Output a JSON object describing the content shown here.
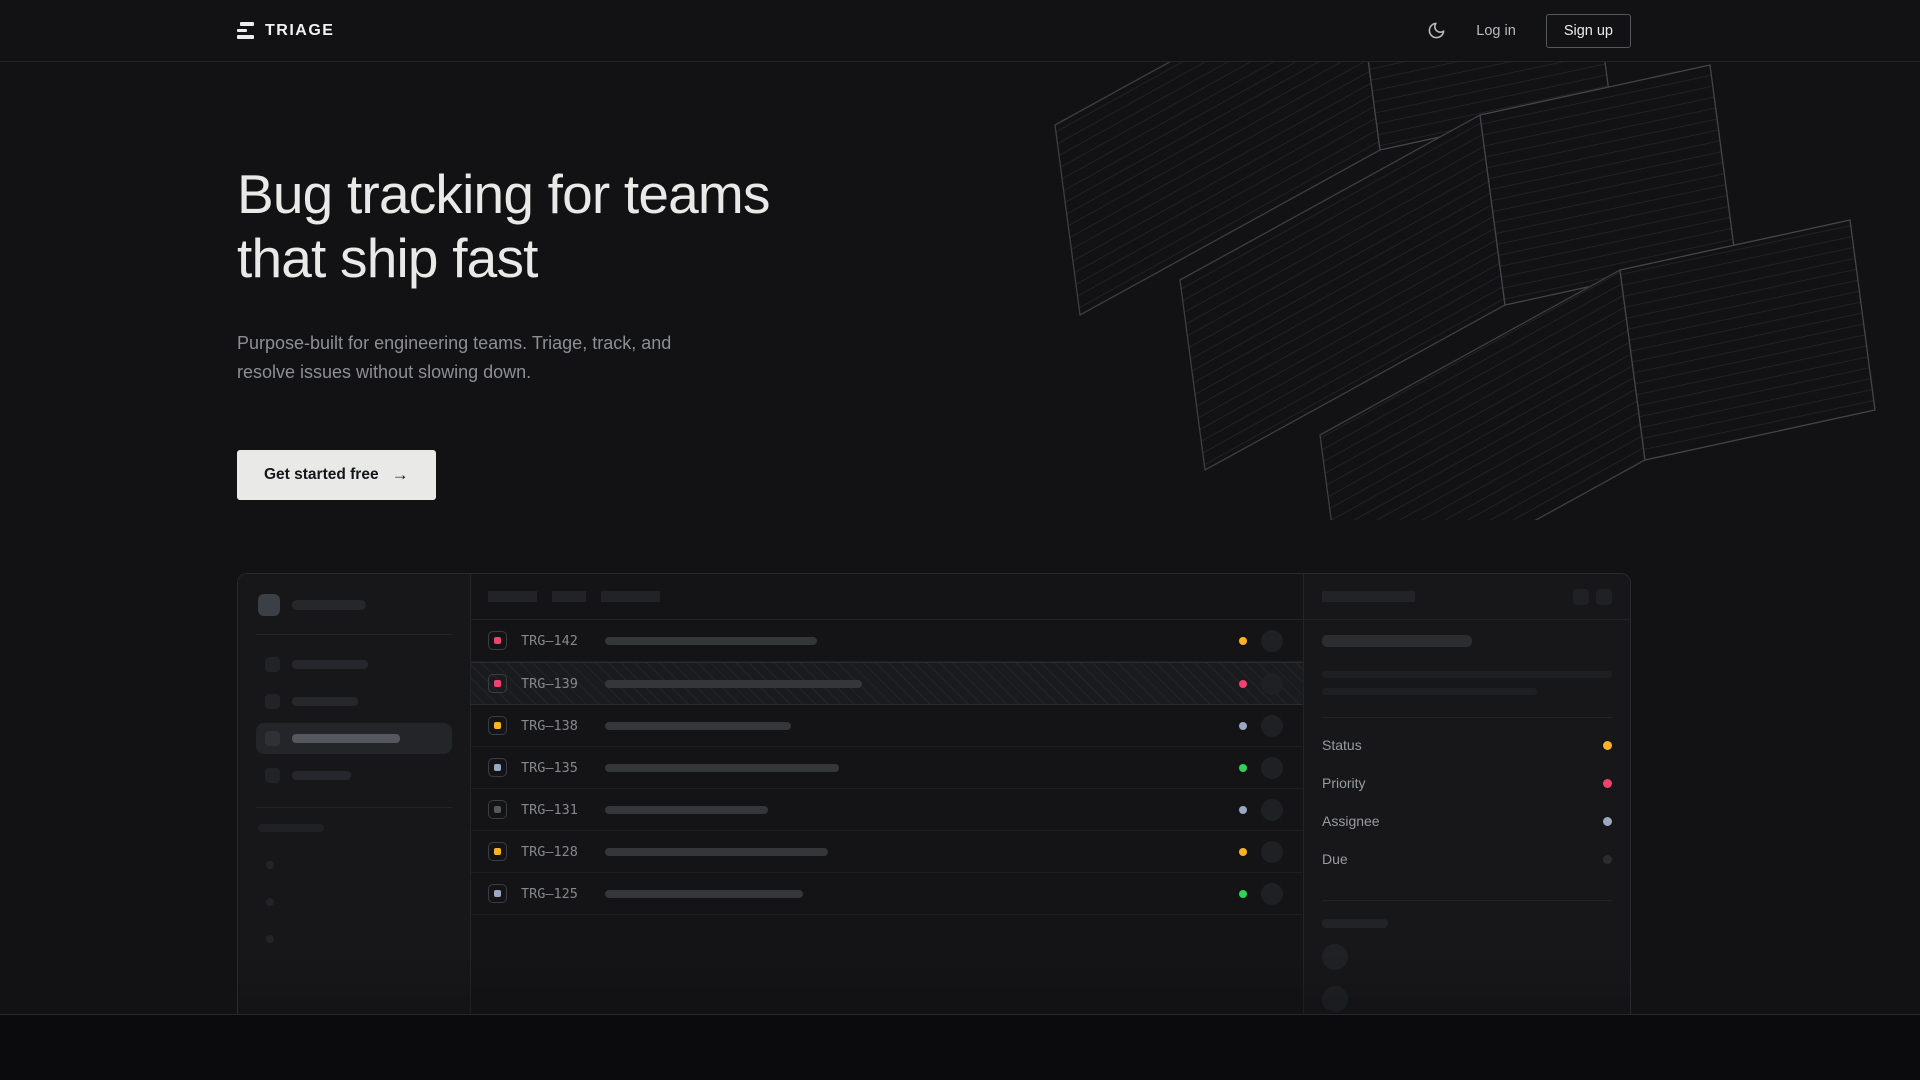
{
  "nav": {
    "brand": "TRIAGE",
    "login_label": "Log in",
    "signup_label": "Sign up"
  },
  "hero": {
    "title_lines": [
      "Bug tracking for teams",
      "that ship fast"
    ],
    "subtitle": "Purpose-built for engineering teams. Triage, track, and resolve issues without slowing down.",
    "cta_label": "Get started free",
    "cta_arrow": "→"
  },
  "colors": {
    "amber": "#fbb324",
    "pink": "#f2416e",
    "green": "#30d158",
    "lavender": "#9aa8c4",
    "gray": "#55585e",
    "muted": "#2a2c30"
  },
  "mockup": {
    "sidebar_items": [
      {
        "label_w": 76,
        "active": false
      },
      {
        "label_w": 66,
        "active": false
      },
      {
        "label_w": 108,
        "active": true
      },
      {
        "label_w": 59,
        "active": false
      }
    ],
    "list_header_pills": [
      49,
      34,
      59
    ],
    "issues": [
      {
        "id": "TRG–142",
        "type_color": "pink",
        "status_color": "amber",
        "title_w": 212,
        "selected": false
      },
      {
        "id": "TRG–139",
        "type_color": "pink",
        "status_color": "pink",
        "title_w": 257,
        "selected": true
      },
      {
        "id": "TRG–138",
        "type_color": "amber",
        "status_color": "lavender",
        "title_w": 186,
        "selected": false
      },
      {
        "id": "TRG–135",
        "type_color": "lavender",
        "status_color": "green",
        "title_w": 234,
        "selected": false
      },
      {
        "id": "TRG–131",
        "type_color": "gray",
        "status_color": "lavender",
        "title_w": 163,
        "selected": false
      },
      {
        "id": "TRG–128",
        "type_color": "amber",
        "status_color": "amber",
        "title_w": 223,
        "selected": false
      },
      {
        "id": "TRG–125",
        "type_color": "lavender",
        "status_color": "green",
        "title_w": 198,
        "selected": false
      }
    ],
    "detail_fields": [
      {
        "label": "Status",
        "dot_color": "amber"
      },
      {
        "label": "Priority",
        "dot_color": "pink"
      },
      {
        "label": "Assignee",
        "dot_color": "lavender"
      },
      {
        "label": "Due",
        "dot_color": "muted"
      }
    ]
  }
}
